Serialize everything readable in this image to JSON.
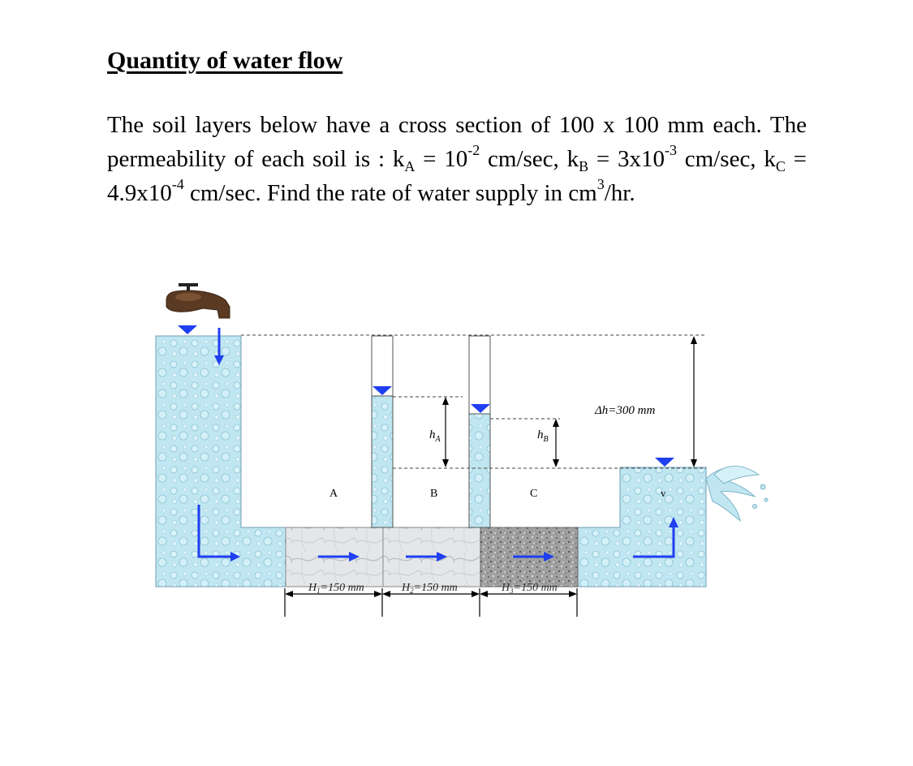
{
  "title": "Quantity of water flow",
  "problem": {
    "line1": "The soil layers below have a cross section of 100 x 100 mm",
    "line2_pre": "each. The permeability of each soil is : k",
    "kA_sub": "A",
    "kA_eq": " = 10",
    "kA_exp": "-2",
    "kA_unit": " cm/sec, k",
    "kB_sub": "B",
    "kB_eq": " =",
    "line3_pre": "3x10",
    "kB_exp": "-3",
    "kB_unit": " cm/sec, k",
    "kC_sub": "C",
    "kC_eq": " = 4.9x10",
    "kC_exp": "-4",
    "line3_post": " cm/sec. Find the rate of water",
    "line4_pre": "supply in cm",
    "unit_exp": "3",
    "line4_post": "/hr."
  },
  "diagram": {
    "head_loss_label": "Δh=300 mm",
    "hA_label": "h",
    "hA_sub": "A",
    "hB_label": "h",
    "hB_sub": "B",
    "soil_A_label": "A",
    "soil_B_label": "B",
    "soil_C_label": "C",
    "outlet_label": "v",
    "H1_label": "H",
    "H1_sub": "1",
    "H1_val": "=150 mm",
    "H2_label": "H",
    "H2_sub": "2",
    "H2_val": "=150 mm",
    "H3_label": "H",
    "H3_sub": "3",
    "H3_val": "=150 mm",
    "colors": {
      "water": "#bfe6f1",
      "water_edge": "#6f9fb3",
      "flow_arrow": "#1f3ff0",
      "tap": "#5a3a22",
      "soil_AB": "#e4e6e8",
      "soil_C": "#9c9c9c"
    },
    "icons": [
      "faucet-icon",
      "water-level-triangle-icon",
      "flow-arrow-icon",
      "water-splash-icon"
    ]
  }
}
